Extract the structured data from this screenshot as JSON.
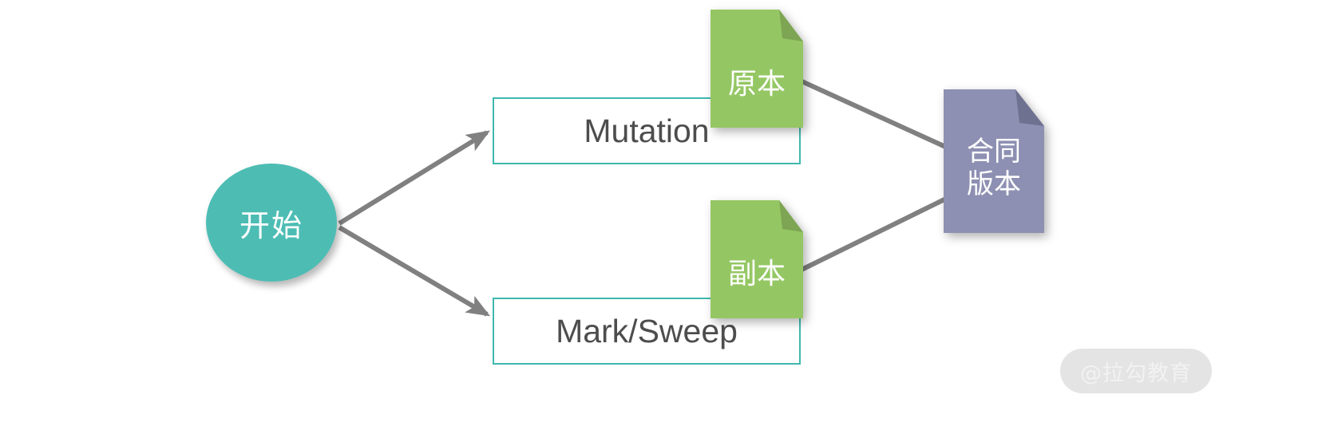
{
  "diagram": {
    "title": "GC flow diagram",
    "colors": {
      "start_fill": "#4DBDB4",
      "box_border": "#3FB8AE",
      "box_fill": "#FFFFFF",
      "doc_green": "#94C763",
      "doc_green_fold": "#7DA553",
      "doc_purple": "#8D90B2",
      "doc_purple_fold": "#6E718F",
      "arrow": "#808080",
      "text_dark": "#4D4D4D",
      "text_light": "#FFFFFF",
      "watermark_bg": "#E4E4E4",
      "watermark_text": "#F2F2F2"
    },
    "nodes": {
      "start": {
        "label": "开始",
        "shape": "circle"
      },
      "mutation": {
        "label": "Mutation",
        "shape": "rectangle"
      },
      "marksweep": {
        "label": "Mark/Sweep",
        "shape": "rectangle"
      },
      "original": {
        "label": "原本",
        "shape": "document"
      },
      "copy": {
        "label": "副本",
        "shape": "document"
      },
      "merged": {
        "label_line1": "合同",
        "label_line2": "版本",
        "shape": "document"
      }
    },
    "edges": [
      {
        "from": "start",
        "to": "mutation",
        "style": "arrow"
      },
      {
        "from": "start",
        "to": "marksweep",
        "style": "arrow"
      },
      {
        "from": "original",
        "to": "merged",
        "style": "arrow"
      },
      {
        "from": "copy",
        "to": "merged",
        "style": "arrow"
      }
    ]
  },
  "watermark": {
    "text": "@拉勾教育"
  }
}
